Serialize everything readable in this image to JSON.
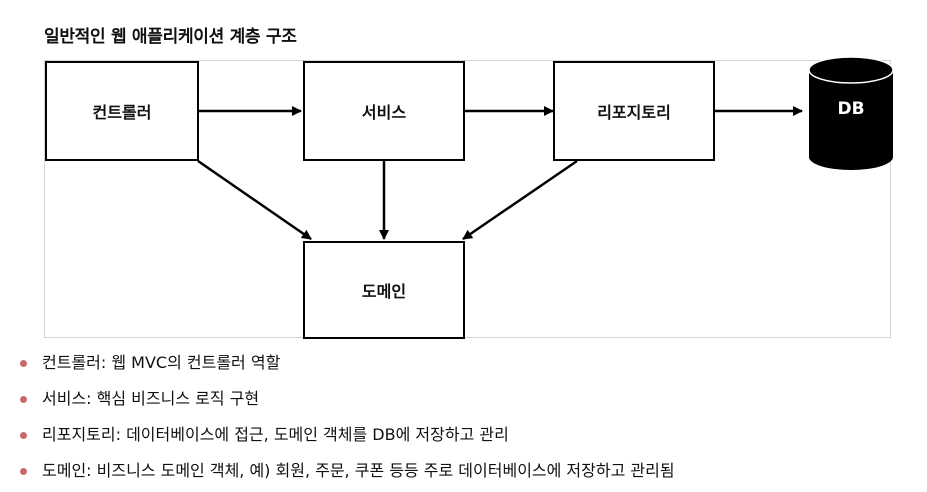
{
  "title": "일반적인 웹 애플리케이션 계층 구조",
  "diagram": {
    "controller": "컨트롤러",
    "service": "서비스",
    "repository": "리포지토리",
    "db": "DB",
    "domain": "도메인"
  },
  "bullets": [
    "컨트롤러: 웹 MVC의 컨트롤러 역할",
    "서비스: 핵심 비즈니스 로직 구현",
    "리포지토리: 데이터베이스에 접근, 도메인 객체를 DB에 저장하고 관리",
    "도메인: 비즈니스 도메인 객체, 예) 회원, 주문, 쿠폰 등등 주로 데이터베이스에 저장하고 관리됨"
  ],
  "colors": {
    "bullet": "#c96a6a",
    "border": "#000000",
    "frame": "#d4d4d4"
  }
}
